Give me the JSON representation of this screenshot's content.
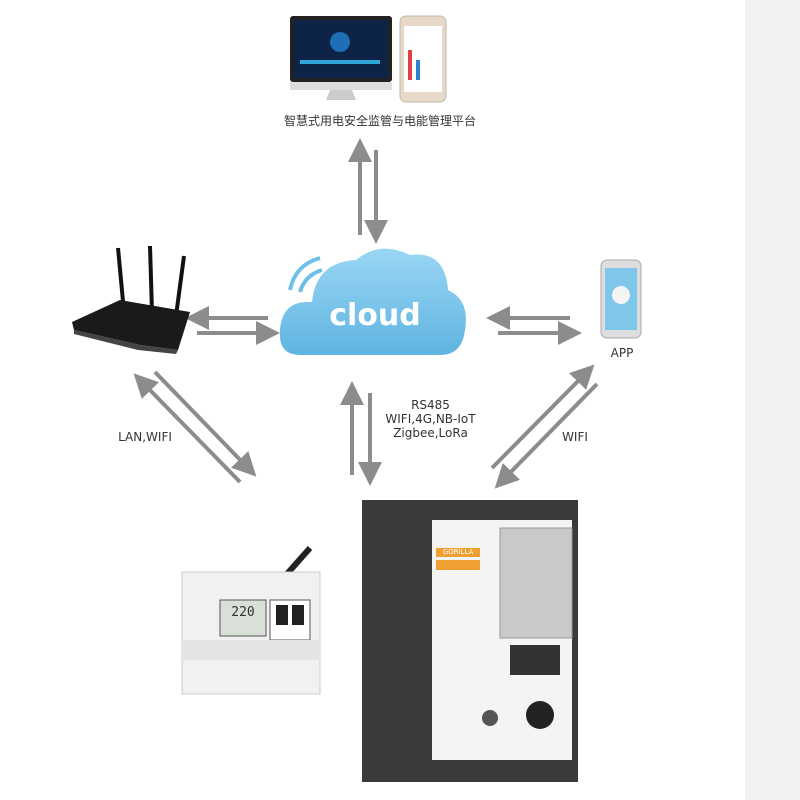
{
  "platform_label": "智慧式用电安全监管与电能管理平台",
  "cloud_label": "cloud",
  "app_label": "APP",
  "lan_label": "LAN,WIFI",
  "wifi_label": "WIFI",
  "protocols": [
    "RS485",
    "WIFI,4G,NB-IoT",
    "Zigbee,LoRa"
  ],
  "device_texts": {
    "brand": "GORILLA",
    "display": "220"
  },
  "colors": {
    "arrow": "#8c8c8c",
    "cloud": "#7ec6ea",
    "accent": "#f0a030"
  }
}
